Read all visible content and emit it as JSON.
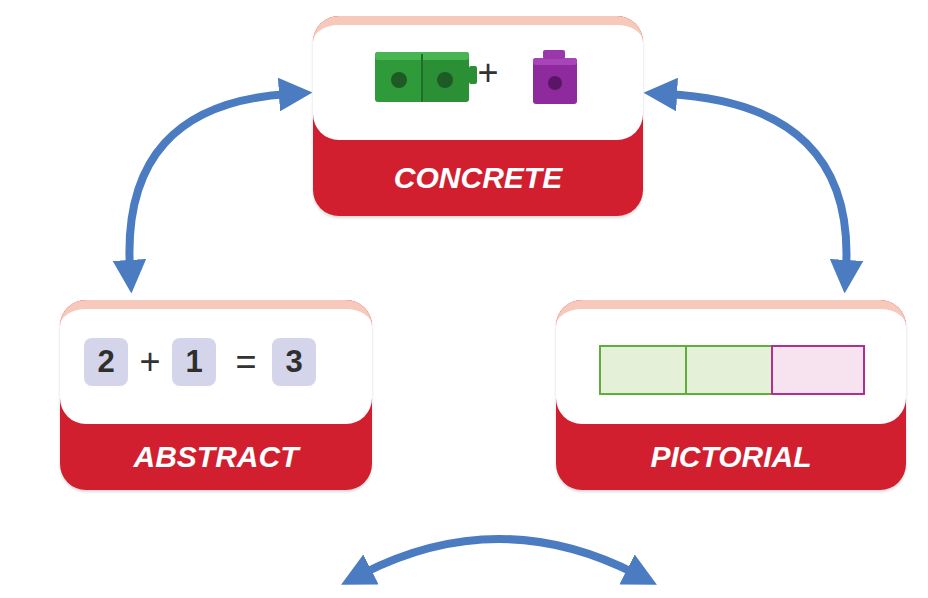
{
  "diagram": {
    "nodes": [
      {
        "text": [
          "+",
          "CONCRETE"
        ]
      },
      {
        "text": [
          "+",
          "=",
          "ABSTRACT"
        ]
      },
      {
        "text": [
          "2"
        ],
        "in": 1
      },
      {
        "text": [
          "1"
        ],
        "in": 1
      },
      {
        "text": [
          "3"
        ],
        "in": 1
      },
      {
        "text": [
          "PICTORIAL"
        ]
      }
    ],
    "edges": [
      {
        "from": 0,
        "to": 1,
        "arrow": "both"
      },
      {
        "from": 0,
        "to": 5,
        "arrow": "both"
      },
      {
        "from": 1,
        "to": 5,
        "arrow": "both"
      }
    ]
  }
}
